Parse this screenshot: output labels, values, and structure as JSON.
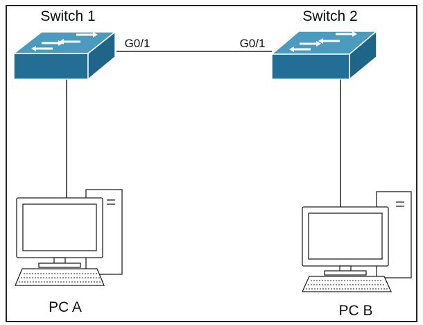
{
  "colors": {
    "switch_top": "#4a9bbd",
    "switch_front": "#236f94",
    "switch_edge": "#ffffff",
    "arrow": "#ffffff",
    "line": "#222222",
    "frame": "#222222"
  },
  "switches": [
    {
      "label": "Switch 1",
      "port": "G0/1",
      "icon": "switch-icon"
    },
    {
      "label": "Switch 2",
      "port": "G0/1",
      "icon": "switch-icon"
    }
  ],
  "pcs": [
    {
      "label": "PC A",
      "icon": "desktop-pc-icon"
    },
    {
      "label": "PC B",
      "icon": "desktop-pc-icon"
    }
  ],
  "links": [
    {
      "from": "Switch 1",
      "from_port": "G0/1",
      "to": "Switch 2",
      "to_port": "G0/1"
    },
    {
      "from": "Switch 1",
      "to": "PC A"
    },
    {
      "from": "Switch 2",
      "to": "PC B"
    }
  ]
}
